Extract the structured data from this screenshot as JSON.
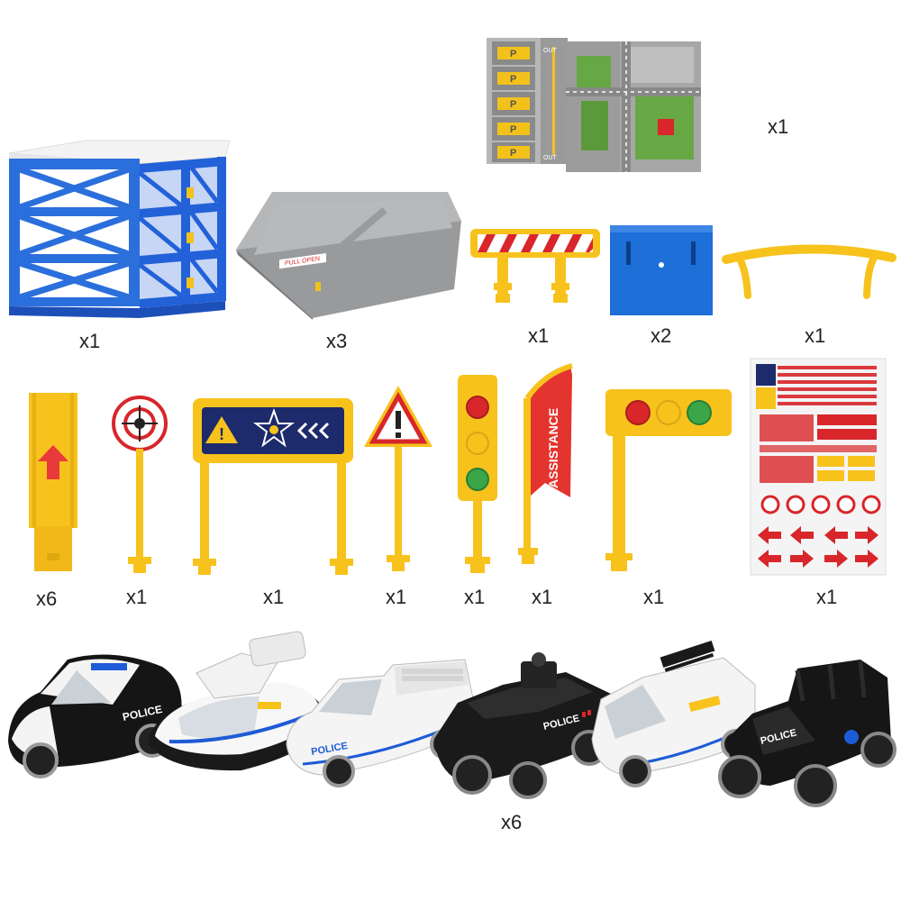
{
  "quantities": {
    "playmat": "x1",
    "garage": "x1",
    "tray": "x3",
    "barrier": "x1",
    "base_block": "x2",
    "rail": "x1",
    "ramp": "x6",
    "target_sign": "x1",
    "gate_sign": "x1",
    "warning_sign": "x1",
    "traffic_light_vertical": "x1",
    "flag": "x1",
    "traffic_light_horizontal": "x1",
    "stickers": "x1",
    "vehicles": "x6"
  },
  "labels": {
    "flag_text": "ASSISTANCE",
    "police": "POLICE",
    "tray_label": "PULL OPEN",
    "parking": "P",
    "out": "OUT"
  },
  "colors": {
    "blue": "#1e5bd6",
    "yellow": "#f7c21c",
    "red": "#d8262a",
    "black": "#151515",
    "white": "#ffffff",
    "gray_tray": "#8d8e90",
    "green": "#3aa648",
    "navy": "#1d2a6b"
  }
}
